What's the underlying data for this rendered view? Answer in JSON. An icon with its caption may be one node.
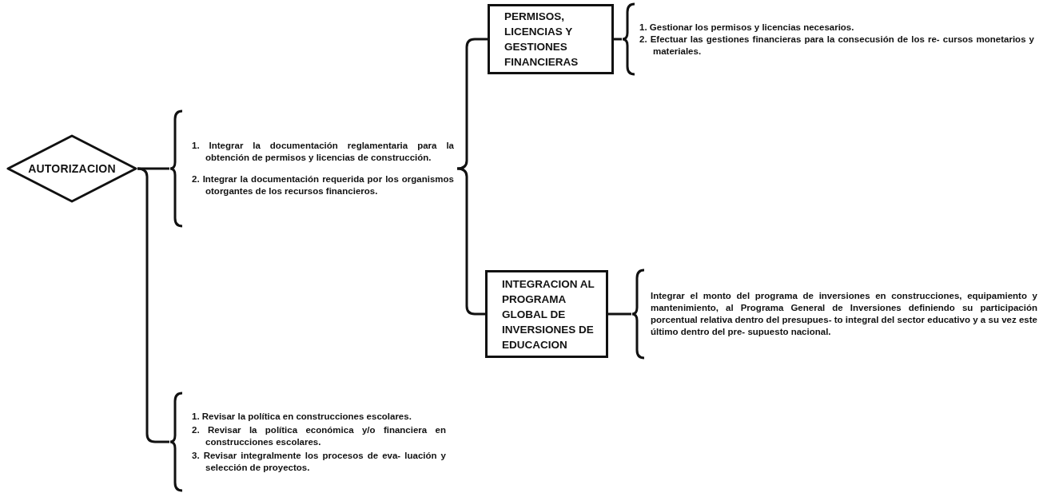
{
  "diagram": {
    "nodes": [
      {
        "text": [
          "AUTORIZACION"
        ]
      },
      {
        "text": [
          "1. Integrar la documentación reglamentaria para la obtención de permisos y licencias de construcción.",
          "2. Integrar la documentación requerida por los organismos otorgantes de los recursos financieros."
        ]
      },
      {
        "text": [
          "PERMISOS, LICENCIAS Y GESTIONES FINANCIERAS"
        ]
      },
      {
        "text": [
          "1. Gestionar los permisos y licencias necesarios.",
          "2. Efectuar las gestiones financieras para la consecusión de los re- cursos monetarios y materiales."
        ]
      },
      {
        "text": [
          "INTEGRACION AL PROGRAMA GLOBAL DE INVERSIONES DE EDUCACION"
        ]
      },
      {
        "text": [
          "Integrar el monto del programa de inversiones en construcciones, equipamiento y mantenimiento, al Programa General de Inversiones definiendo su participación porcentual relativa dentro del presupues- to integral del sector educativo y a su vez este último dentro del pre- supuesto nacional."
        ]
      },
      {
        "text": [
          "1. Revisar la política en construcciones escolares.",
          "2. Revisar la política económica y/o financiera en construcciones escolares.",
          "3. Revisar integralmente los procesos de eva- luación y selección de proyectos."
        ]
      }
    ],
    "edges": [
      {
        "from": 0,
        "to": 1,
        "arrow": "none"
      },
      {
        "from": 1,
        "to": 2,
        "arrow": "none"
      },
      {
        "from": 1,
        "to": 4,
        "arrow": "none"
      },
      {
        "from": 2,
        "to": 3,
        "arrow": "none"
      },
      {
        "from": 4,
        "to": 5,
        "arrow": "none"
      },
      {
        "from": 0,
        "to": 6,
        "arrow": "none"
      }
    ]
  }
}
